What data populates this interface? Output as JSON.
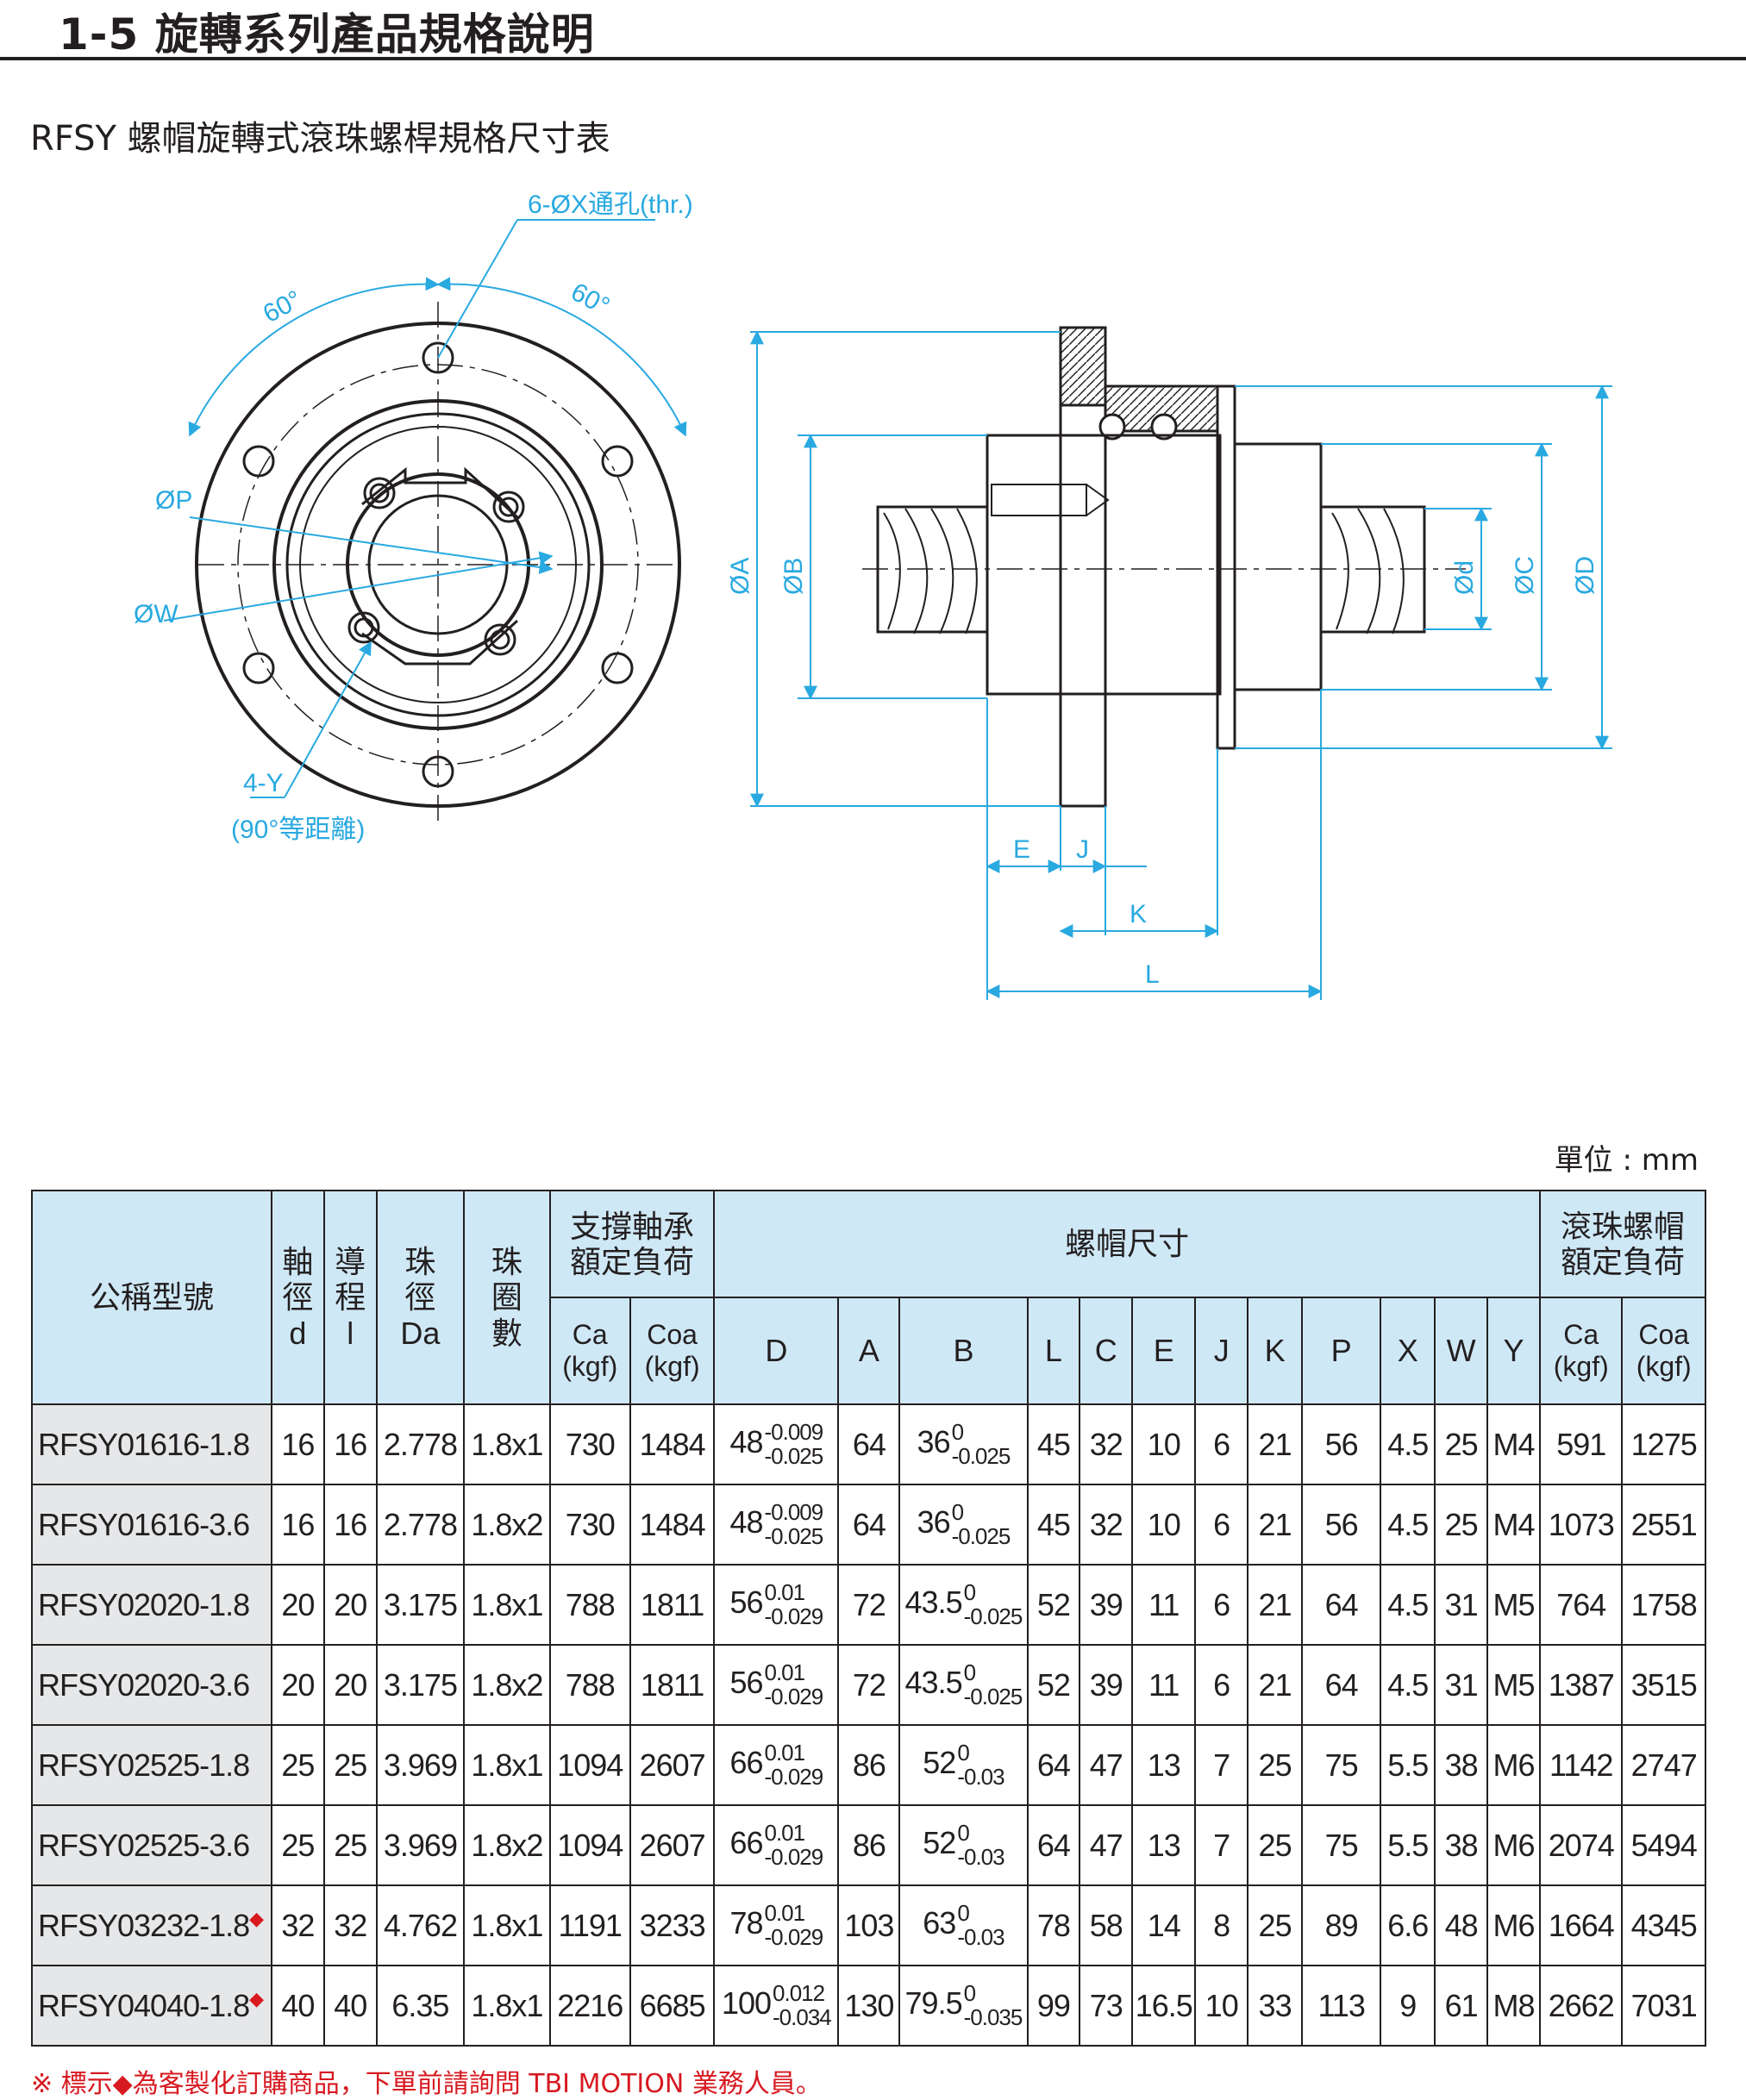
{
  "section_title": "1-5 旋轉系列產品規格說明",
  "subtitle": "RFSY 螺帽旋轉式滾珠螺桿規格尺寸表",
  "drawing_labels": {
    "hole": "6-ØX通孔(thr.)",
    "angle_left": "60°",
    "angle_right": "60°",
    "p": "ØP",
    "w": "ØW",
    "y": "4-Y",
    "y_note": "(90°等距離)",
    "a": "ØA",
    "b": "ØB",
    "d_small": "Ød",
    "c": "ØC",
    "d_big": "ØD",
    "e": "E",
    "j": "J",
    "k": "K",
    "l": "L"
  },
  "colors": {
    "dimension_line": "#29a9e0",
    "header_bg": "#cfe8f6",
    "model_bg": "#e6e7e8",
    "mark": "#d71920"
  },
  "unit_label": "單位 : mm",
  "table": {
    "header": {
      "model": "公稱型號",
      "shaft_dia": [
        "軸",
        "徑",
        "d"
      ],
      "lead": [
        "導",
        "程",
        "l"
      ],
      "ball_dia": [
        "珠",
        "徑",
        "Da"
      ],
      "circuits": [
        "珠",
        "圈",
        "數"
      ],
      "support_bearing": [
        "支撐軸承",
        "額定負荷"
      ],
      "nut_dims": "螺帽尺寸",
      "ballnut_load": [
        "滾珠螺帽",
        "額定負荷"
      ],
      "ca": "Ca",
      "coa": "Coa",
      "kgf": "(kgf)",
      "cols": [
        "D",
        "A",
        "B",
        "L",
        "C",
        "E",
        "J",
        "K",
        "P",
        "X",
        "W",
        "Y"
      ]
    },
    "rows": [
      {
        "model": "RFSY01616-1.8",
        "mark": "",
        "d": "16",
        "l": "16",
        "da": "2.778",
        "n": "1.8x1",
        "sca": "730",
        "scoa": "1484",
        "D": "48",
        "D_up": "-0.009",
        "D_lo": "-0.025",
        "A": "64",
        "B": "36",
        "B_up": "0",
        "B_lo": "-0.025",
        "L": "45",
        "C": "32",
        "E": "10",
        "J": "6",
        "K": "21",
        "P": "56",
        "X": "4.5",
        "W": "25",
        "Y": "M4",
        "ca": "591",
        "coa": "1275"
      },
      {
        "model": "RFSY01616-3.6",
        "mark": "",
        "d": "16",
        "l": "16",
        "da": "2.778",
        "n": "1.8x2",
        "sca": "730",
        "scoa": "1484",
        "D": "48",
        "D_up": "-0.009",
        "D_lo": "-0.025",
        "A": "64",
        "B": "36",
        "B_up": "0",
        "B_lo": "-0.025",
        "L": "45",
        "C": "32",
        "E": "10",
        "J": "6",
        "K": "21",
        "P": "56",
        "X": "4.5",
        "W": "25",
        "Y": "M4",
        "ca": "1073",
        "coa": "2551"
      },
      {
        "model": "RFSY02020-1.8",
        "mark": "",
        "d": "20",
        "l": "20",
        "da": "3.175",
        "n": "1.8x1",
        "sca": "788",
        "scoa": "1811",
        "D": "56",
        "D_up": "0.01",
        "D_lo": "-0.029",
        "A": "72",
        "B": "43.5",
        "B_up": "0",
        "B_lo": "-0.025",
        "L": "52",
        "C": "39",
        "E": "11",
        "J": "6",
        "K": "21",
        "P": "64",
        "X": "4.5",
        "W": "31",
        "Y": "M5",
        "ca": "764",
        "coa": "1758"
      },
      {
        "model": "RFSY02020-3.6",
        "mark": "",
        "d": "20",
        "l": "20",
        "da": "3.175",
        "n": "1.8x2",
        "sca": "788",
        "scoa": "1811",
        "D": "56",
        "D_up": "0.01",
        "D_lo": "-0.029",
        "A": "72",
        "B": "43.5",
        "B_up": "0",
        "B_lo": "-0.025",
        "L": "52",
        "C": "39",
        "E": "11",
        "J": "6",
        "K": "21",
        "P": "64",
        "X": "4.5",
        "W": "31",
        "Y": "M5",
        "ca": "1387",
        "coa": "3515"
      },
      {
        "model": "RFSY02525-1.8",
        "mark": "",
        "d": "25",
        "l": "25",
        "da": "3.969",
        "n": "1.8x1",
        "sca": "1094",
        "scoa": "2607",
        "D": "66",
        "D_up": "0.01",
        "D_lo": "-0.029",
        "A": "86",
        "B": "52",
        "B_up": "0",
        "B_lo": "-0.03",
        "L": "64",
        "C": "47",
        "E": "13",
        "J": "7",
        "K": "25",
        "P": "75",
        "X": "5.5",
        "W": "38",
        "Y": "M6",
        "ca": "1142",
        "coa": "2747"
      },
      {
        "model": "RFSY02525-3.6",
        "mark": "",
        "d": "25",
        "l": "25",
        "da": "3.969",
        "n": "1.8x2",
        "sca": "1094",
        "scoa": "2607",
        "D": "66",
        "D_up": "0.01",
        "D_lo": "-0.029",
        "A": "86",
        "B": "52",
        "B_up": "0",
        "B_lo": "-0.03",
        "L": "64",
        "C": "47",
        "E": "13",
        "J": "7",
        "K": "25",
        "P": "75",
        "X": "5.5",
        "W": "38",
        "Y": "M6",
        "ca": "2074",
        "coa": "5494"
      },
      {
        "model": "RFSY03232-1.8",
        "mark": "◆",
        "d": "32",
        "l": "32",
        "da": "4.762",
        "n": "1.8x1",
        "sca": "1191",
        "scoa": "3233",
        "D": "78",
        "D_up": "0.01",
        "D_lo": "-0.029",
        "A": "103",
        "B": "63",
        "B_up": "0",
        "B_lo": "-0.03",
        "L": "78",
        "C": "58",
        "E": "14",
        "J": "8",
        "K": "25",
        "P": "89",
        "X": "6.6",
        "W": "48",
        "Y": "M6",
        "ca": "1664",
        "coa": "4345"
      },
      {
        "model": "RFSY04040-1.8",
        "mark": "◆",
        "d": "40",
        "l": "40",
        "da": "6.35",
        "n": "1.8x1",
        "sca": "2216",
        "scoa": "6685",
        "D": "100",
        "D_up": "0.012",
        "D_lo": "-0.034",
        "A": "130",
        "B": "79.5",
        "B_up": "0",
        "B_lo": "-0.035",
        "L": "99",
        "C": "73",
        "E": "16.5",
        "J": "10",
        "K": "33",
        "P": "113",
        "X": "9",
        "W": "61",
        "Y": "M8",
        "ca": "2662",
        "coa": "7031"
      }
    ]
  },
  "footnote": "※ 標示◆為客製化訂購商品，下單前請詢問 TBI MOTION 業務人員。"
}
